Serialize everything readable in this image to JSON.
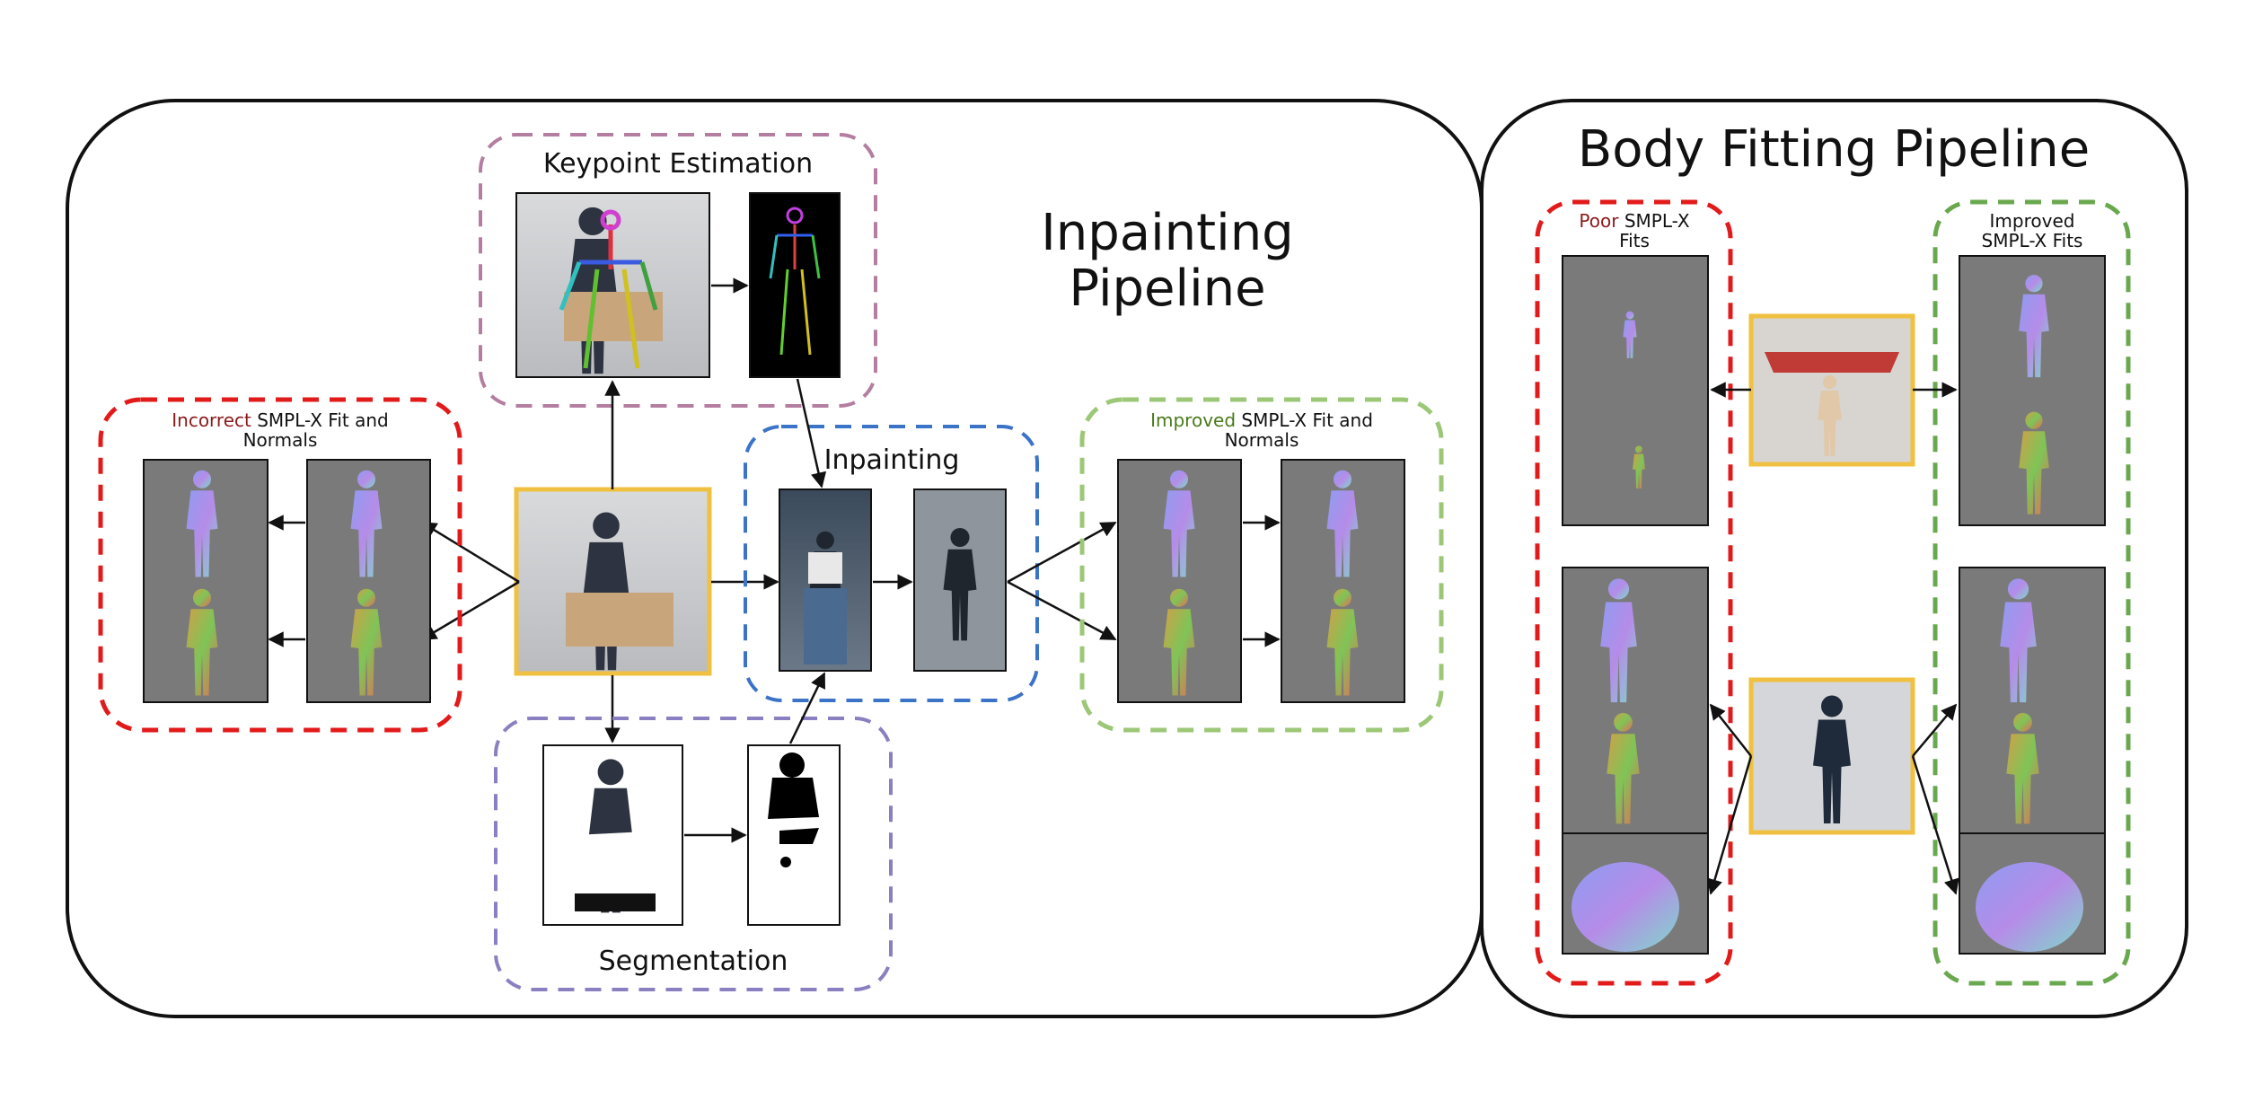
{
  "colors": {
    "frame": "#111111",
    "keypoint_box": "#b47ea0",
    "segmentation_box": "#8a7fc0",
    "inpainting_box": "#3b73c8",
    "incorrect_box": "#e21a1a",
    "improved_box": "#9cc777",
    "input_border": "#f0c040",
    "incorrect_word": "#8b1a1a",
    "improved_word": "#4a7a1a",
    "render_bg": "#7a7a7a"
  },
  "inpainting": {
    "title_line1": "Inpainting",
    "title_line2": "Pipeline",
    "keypoint_label": "Keypoint Estimation",
    "segmentation_label": "Segmentation",
    "inpainting_label": "Inpainting",
    "incorrect_word": "Incorrect",
    "incorrect_rest": " SMPL-X Fit and",
    "incorrect_line2": "Normals",
    "improved_word": "Improved",
    "improved_rest": " SMPL-X Fit and",
    "improved_line2": "Normals"
  },
  "body_fitting": {
    "title": "Body Fitting Pipeline",
    "poor_word": "Poor",
    "poor_rest": " SMPL-X",
    "poor_line2": "Fits",
    "improved_word": "Improved",
    "improved_line2": "SMPL-X Fits"
  },
  "icons": [
    "person-photo-icon",
    "skeleton-icon",
    "silhouette-mask-icon",
    "mesh-render-icon",
    "normal-map-icon"
  ]
}
